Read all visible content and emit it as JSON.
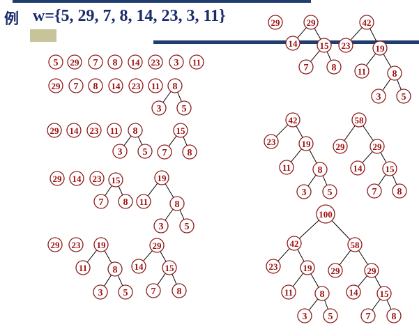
{
  "header": {
    "label": "例",
    "formula": "w={5, 29, 7, 8, 14, 23, 3, 11}"
  },
  "colors": {
    "node_stroke": "#8b1a1a",
    "node_text": "#a01010",
    "edge": "#000000",
    "bar": "#1f3d6e",
    "title": "#1a2a6b",
    "khaki": "#c8c49a"
  },
  "nodes": [
    {
      "id": "s1a",
      "label": "5"
    },
    {
      "id": "s1b",
      "label": "29"
    },
    {
      "id": "s1c",
      "label": "7"
    },
    {
      "id": "s1d",
      "label": "8"
    },
    {
      "id": "s1e",
      "label": "14"
    },
    {
      "id": "s1f",
      "label": "23"
    },
    {
      "id": "s1g",
      "label": "3"
    },
    {
      "id": "s1h",
      "label": "11"
    },
    {
      "id": "s2a",
      "label": "29"
    },
    {
      "id": "s2b",
      "label": "7"
    },
    {
      "id": "s2c",
      "label": "8"
    },
    {
      "id": "s2d",
      "label": "14"
    },
    {
      "id": "s2e",
      "label": "23"
    },
    {
      "id": "s2f",
      "label": "11"
    },
    {
      "id": "s2g",
      "label": "8"
    },
    {
      "id": "s2h",
      "label": "3"
    },
    {
      "id": "s2i",
      "label": "5"
    },
    {
      "id": "s3a",
      "label": "29"
    },
    {
      "id": "s3b",
      "label": "14"
    },
    {
      "id": "s3c",
      "label": "23"
    },
    {
      "id": "s3d",
      "label": "11"
    },
    {
      "id": "s3e",
      "label": "8"
    },
    {
      "id": "s3f",
      "label": "3"
    },
    {
      "id": "s3g",
      "label": "5"
    },
    {
      "id": "s3h",
      "label": "15"
    },
    {
      "id": "s3i",
      "label": "7"
    },
    {
      "id": "s3j",
      "label": "8"
    },
    {
      "id": "s4a",
      "label": "29"
    },
    {
      "id": "s4b",
      "label": "14"
    },
    {
      "id": "s4c",
      "label": "23"
    },
    {
      "id": "s4d",
      "label": "15"
    },
    {
      "id": "s4e",
      "label": "7"
    },
    {
      "id": "s4f",
      "label": "8"
    },
    {
      "id": "s4g",
      "label": "19"
    },
    {
      "id": "s4h",
      "label": "11"
    },
    {
      "id": "s4i",
      "label": "8"
    },
    {
      "id": "s4j",
      "label": "3"
    },
    {
      "id": "s4k",
      "label": "5"
    },
    {
      "id": "s5a",
      "label": "29"
    },
    {
      "id": "s5b",
      "label": "23"
    },
    {
      "id": "s5c",
      "label": "19"
    },
    {
      "id": "s5d",
      "label": "11"
    },
    {
      "id": "s5e",
      "label": "8"
    },
    {
      "id": "s5f",
      "label": "3"
    },
    {
      "id": "s5g",
      "label": "5"
    },
    {
      "id": "s5h",
      "label": "29"
    },
    {
      "id": "s5i",
      "label": "14"
    },
    {
      "id": "s5j",
      "label": "15"
    },
    {
      "id": "s5k",
      "label": "7"
    },
    {
      "id": "s5l",
      "label": "8"
    },
    {
      "id": "r1a",
      "label": "29"
    },
    {
      "id": "r1b",
      "label": "29"
    },
    {
      "id": "r1c",
      "label": "14"
    },
    {
      "id": "r1d",
      "label": "15"
    },
    {
      "id": "r1e",
      "label": "7"
    },
    {
      "id": "r1f",
      "label": "8"
    },
    {
      "id": "r1g",
      "label": "42"
    },
    {
      "id": "r1h",
      "label": "23"
    },
    {
      "id": "r1i",
      "label": "19"
    },
    {
      "id": "r1j",
      "label": "11"
    },
    {
      "id": "r1k",
      "label": "8"
    },
    {
      "id": "r1l",
      "label": "3"
    },
    {
      "id": "r1m",
      "label": "5"
    },
    {
      "id": "r2a",
      "label": "42"
    },
    {
      "id": "r2b",
      "label": "23"
    },
    {
      "id": "r2c",
      "label": "19"
    },
    {
      "id": "r2d",
      "label": "11"
    },
    {
      "id": "r2e",
      "label": "8"
    },
    {
      "id": "r2f",
      "label": "3"
    },
    {
      "id": "r2g",
      "label": "5"
    },
    {
      "id": "r2h",
      "label": "58"
    },
    {
      "id": "r2i",
      "label": "29"
    },
    {
      "id": "r2j",
      "label": "29"
    },
    {
      "id": "r2k",
      "label": "14"
    },
    {
      "id": "r2l",
      "label": "15"
    },
    {
      "id": "r2m",
      "label": "7"
    },
    {
      "id": "r2n",
      "label": "8"
    },
    {
      "id": "r3a",
      "label": "100"
    },
    {
      "id": "r3b",
      "label": "42"
    },
    {
      "id": "r3c",
      "label": "58"
    },
    {
      "id": "r3d",
      "label": "23"
    },
    {
      "id": "r3e",
      "label": "19"
    },
    {
      "id": "r3f",
      "label": "29"
    },
    {
      "id": "r3g",
      "label": "29"
    },
    {
      "id": "r3h",
      "label": "11"
    },
    {
      "id": "r3i",
      "label": "8"
    },
    {
      "id": "r3j",
      "label": "14"
    },
    {
      "id": "r3k",
      "label": "15"
    },
    {
      "id": "r3l",
      "label": "3"
    },
    {
      "id": "r3m",
      "label": "5"
    },
    {
      "id": "r3n",
      "label": "7"
    },
    {
      "id": "r3o",
      "label": "8"
    }
  ],
  "edges": [
    [
      "s2g",
      "s2h"
    ],
    [
      "s2g",
      "s2i"
    ],
    [
      "s3e",
      "s3f"
    ],
    [
      "s3e",
      "s3g"
    ],
    [
      "s3h",
      "s3i"
    ],
    [
      "s3h",
      "s3j"
    ],
    [
      "s4d",
      "s4e"
    ],
    [
      "s4d",
      "s4f"
    ],
    [
      "s4g",
      "s4h"
    ],
    [
      "s4g",
      "s4i"
    ],
    [
      "s4i",
      "s4j"
    ],
    [
      "s4i",
      "s4k"
    ],
    [
      "s5c",
      "s5d"
    ],
    [
      "s5c",
      "s5e"
    ],
    [
      "s5e",
      "s5f"
    ],
    [
      "s5e",
      "s5g"
    ],
    [
      "s5h",
      "s5i"
    ],
    [
      "s5h",
      "s5j"
    ],
    [
      "s5j",
      "s5k"
    ],
    [
      "s5j",
      "s5l"
    ],
    [
      "r1b",
      "r1c"
    ],
    [
      "r1b",
      "r1d"
    ],
    [
      "r1d",
      "r1e"
    ],
    [
      "r1d",
      "r1f"
    ],
    [
      "r1g",
      "r1h"
    ],
    [
      "r1g",
      "r1i"
    ],
    [
      "r1i",
      "r1j"
    ],
    [
      "r1i",
      "r1k"
    ],
    [
      "r1k",
      "r1l"
    ],
    [
      "r1k",
      "r1m"
    ],
    [
      "r2a",
      "r2b"
    ],
    [
      "r2a",
      "r2c"
    ],
    [
      "r2c",
      "r2d"
    ],
    [
      "r2c",
      "r2e"
    ],
    [
      "r2e",
      "r2f"
    ],
    [
      "r2e",
      "r2g"
    ],
    [
      "r2h",
      "r2i"
    ],
    [
      "r2h",
      "r2j"
    ],
    [
      "r2j",
      "r2k"
    ],
    [
      "r2j",
      "r2l"
    ],
    [
      "r2l",
      "r2m"
    ],
    [
      "r2l",
      "r2n"
    ],
    [
      "r3a",
      "r3b"
    ],
    [
      "r3a",
      "r3c"
    ],
    [
      "r3b",
      "r3d"
    ],
    [
      "r3b",
      "r3e"
    ],
    [
      "r3c",
      "r3f"
    ],
    [
      "r3c",
      "r3g"
    ],
    [
      "r3e",
      "r3h"
    ],
    [
      "r3e",
      "r3i"
    ],
    [
      "r3g",
      "r3j"
    ],
    [
      "r3g",
      "r3k"
    ],
    [
      "r3i",
      "r3l"
    ],
    [
      "r3i",
      "r3m"
    ],
    [
      "r3k",
      "r3n"
    ],
    [
      "r3k",
      "r3o"
    ]
  ]
}
